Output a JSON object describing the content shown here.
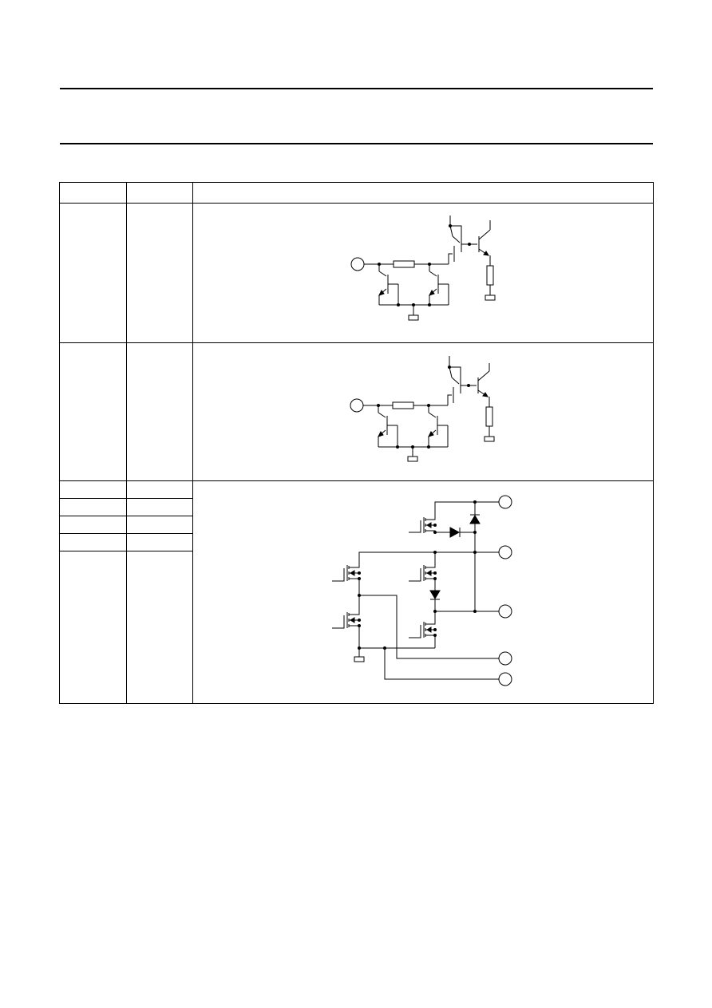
{
  "header": {
    "title": "",
    "subtitle": ""
  },
  "table": {
    "headers": {
      "pin": "",
      "symbol": "",
      "equivalent_circuit": ""
    },
    "rows": [
      {
        "pin": "",
        "symbol": ""
      },
      {
        "pin": "",
        "symbol": ""
      },
      {
        "pin": "",
        "symbol": ""
      },
      {
        "pin": "",
        "symbol": ""
      },
      {
        "pin": "",
        "symbol": ""
      },
      {
        "pin": "",
        "symbol": ""
      },
      {
        "pin": "",
        "symbol": ""
      }
    ]
  },
  "schematics": [
    {
      "kind": "bipolar-input-circuit",
      "pins": [
        ""
      ]
    },
    {
      "kind": "bipolar-input-circuit",
      "pins": [
        ""
      ]
    },
    {
      "kind": "mos-output-circuit",
      "pins": [
        "",
        "",
        "",
        "",
        ""
      ]
    }
  ]
}
